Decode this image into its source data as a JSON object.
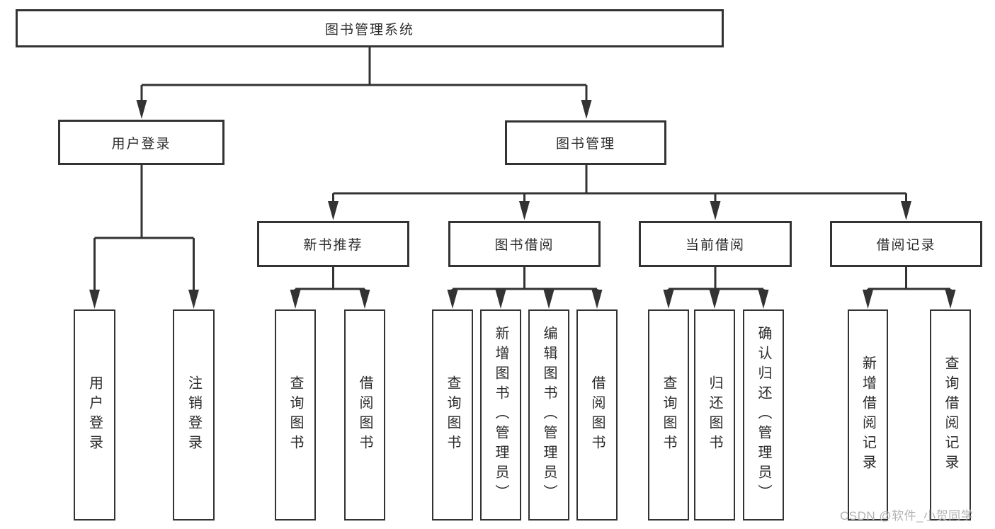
{
  "diagram": {
    "root": "图书管理系统",
    "branches": [
      {
        "label": "用户登录",
        "children": [
          "用户登录",
          "注销登录"
        ]
      },
      {
        "label": "图书管理",
        "groups": [
          {
            "label": "新书推荐",
            "children": [
              "查询图书",
              "借阅图书"
            ]
          },
          {
            "label": "图书借阅",
            "children": [
              "查询图书",
              "新增图书（管理员）",
              "编辑图书（管理员）",
              "借阅图书"
            ]
          },
          {
            "label": "当前借阅",
            "children": [
              "查询图书",
              "归还图书",
              "确认归还（管理员）"
            ]
          },
          {
            "label": "借阅记录",
            "children": [
              "新增借阅记录",
              "查询借阅记录"
            ]
          }
        ]
      }
    ]
  },
  "watermark": "CSDN @软件_小贺同学",
  "colors": {
    "line": "#333333",
    "text": "#2b2b2b",
    "watermark": "#b2b2b2",
    "background": "#ffffff"
  }
}
